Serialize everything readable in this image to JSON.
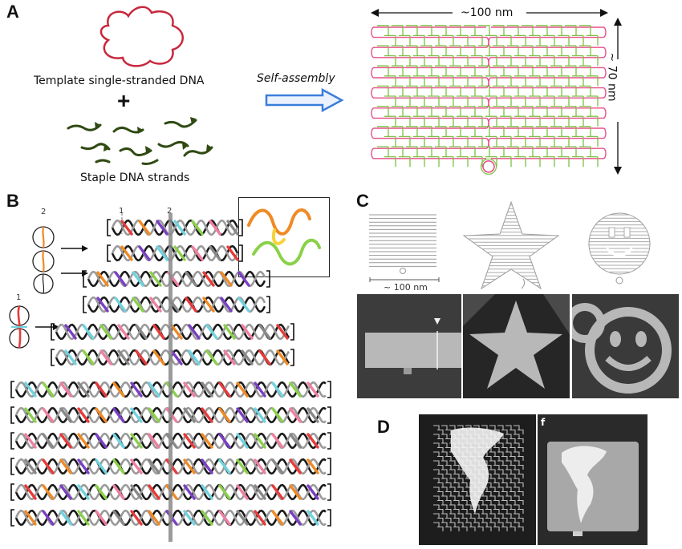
{
  "panels": {
    "a": {
      "label": "A",
      "template_caption": "Template single-stranded DNA",
      "plus": "+",
      "staple_caption": "Staple DNA strands",
      "arrow_caption": "Self-assembly",
      "width_caption": "~100 nm",
      "height_caption": "~ 70 nm",
      "colors": {
        "scaffold": "#e8508a",
        "staple": "#7bc043",
        "template": "#c8283c",
        "strand": "#2f4a12",
        "arrow": "#3b7dd8"
      }
    },
    "b": {
      "label": "B",
      "marker_1_top": "1",
      "marker_2_top": "2",
      "marker_2_left": "2",
      "marker_1_left": "1",
      "colors": [
        "#e83a3a",
        "#f08a24",
        "#7a3fc4",
        "#6fd3e0",
        "#8ad14a",
        "#f07fa0",
        "#888888"
      ]
    },
    "c": {
      "label": "C",
      "scale_caption": "~ 100 nm"
    },
    "d": {
      "label": "D",
      "inset_letter": "f"
    }
  }
}
